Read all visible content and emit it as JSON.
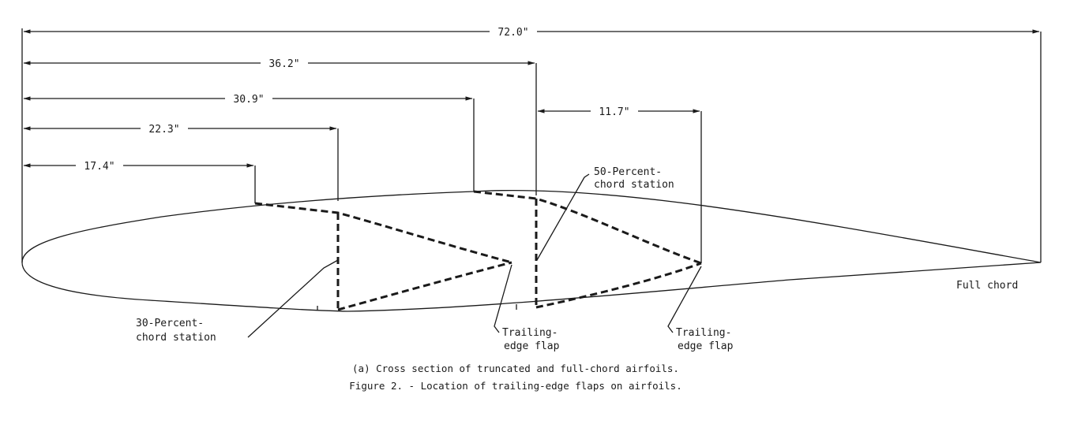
{
  "dimensions": [
    {
      "label": "72.0\""
    },
    {
      "label": "36.2\""
    },
    {
      "label": "30.9\""
    },
    {
      "label": "11.7\""
    },
    {
      "label": "22.3\""
    },
    {
      "label": "17.4\""
    }
  ],
  "annotations": {
    "fifty_percent": [
      "50-Percent-",
      "chord station"
    ],
    "thirty_percent": [
      "30-Percent-",
      "chord station"
    ],
    "trailing_flap_1": [
      "Trailing-",
      "edge flap"
    ],
    "trailing_flap_2": [
      "Trailing-",
      "edge flap"
    ],
    "full_chord": "Full chord"
  },
  "captions": {
    "sub": "(a) Cross section of truncated and full-chord airfoils.",
    "figure": "Figure 2. - Location of trailing-edge flaps on airfoils."
  }
}
